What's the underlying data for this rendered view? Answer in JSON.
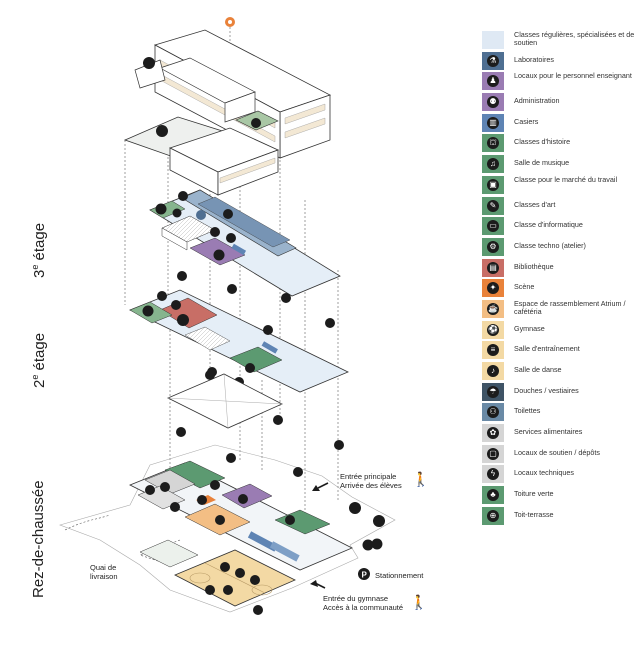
{
  "floors": {
    "third": {
      "ordinal": "3",
      "suffix": "e",
      "word": "étage"
    },
    "second": {
      "ordinal": "2",
      "suffix": "e",
      "word": "étage"
    },
    "ground": {
      "label": "Rez-de-chaussée"
    }
  },
  "callouts": {
    "main_entrance_1": "Entrée principale",
    "main_entrance_2": "Arrivée des élèves",
    "delivery_1": "Quai de",
    "delivery_2": "livraison",
    "parking": "Stationnement",
    "gym_entrance_1": "Entrée du gymnase",
    "gym_entrance_2": "Accès à la communauté"
  },
  "legend": [
    {
      "label": "Classes régulières, spécialisées et de soutien",
      "color": "#dfe9f4",
      "icon": "none"
    },
    {
      "label": "Laboratoires",
      "color": "#4f6f92",
      "icon": "flask-icon"
    },
    {
      "label": "Locaux pour le personnel enseignant",
      "color": "#9a7cb3",
      "icon": "teacher-icon"
    },
    {
      "label": "Administration",
      "color": "#9a7cb3",
      "icon": "people-icon"
    },
    {
      "label": "Casiers",
      "color": "#5e84b4",
      "icon": "lockers-icon"
    },
    {
      "label": "Classes d'histoire",
      "color": "#5c9a71",
      "icon": "history-icon"
    },
    {
      "label": "Salle de musique",
      "color": "#5c9a71",
      "icon": "music-icon"
    },
    {
      "label": "Classe pour le marché du travail",
      "color": "#5c9a71",
      "icon": "briefcase-icon"
    },
    {
      "label": "Classes d'art",
      "color": "#5c9a71",
      "icon": "palette-icon"
    },
    {
      "label": "Classe d'informatique",
      "color": "#5c9a71",
      "icon": "computer-icon"
    },
    {
      "label": "Classe techno (atelier)",
      "color": "#5c9a71",
      "icon": "gear-icon"
    },
    {
      "label": "Bibliothèque",
      "color": "#c86e66",
      "icon": "library-icon"
    },
    {
      "label": "Scène",
      "color": "#e9823a",
      "icon": "stage-icon"
    },
    {
      "label": "Espace de rassemblement Atrium / cafétéria",
      "color": "#f3be84",
      "icon": "cafeteria-icon"
    },
    {
      "label": "Gymnase",
      "color": "#f3d9a4",
      "icon": "gym-icon"
    },
    {
      "label": "Salle d'entraînement",
      "color": "#f3d9a4",
      "icon": "dumbbell-icon"
    },
    {
      "label": "Salle de danse",
      "color": "#f3d9a4",
      "icon": "dance-icon"
    },
    {
      "label": "Douches / vestiaires",
      "color": "#3f5466",
      "icon": "shower-icon"
    },
    {
      "label": "Toilettes",
      "color": "#6a8aa6",
      "icon": "toilet-icon"
    },
    {
      "label": "Services alimentaires",
      "color": "#d5d5d5",
      "icon": "food-icon"
    },
    {
      "label": "Locaux de soutien / dépôts",
      "color": "#d5d5d5",
      "icon": "storage-icon"
    },
    {
      "label": "Locaux techniques",
      "color": "#d5d5d5",
      "icon": "lightning-icon"
    },
    {
      "label": "Toiture verte",
      "color": "#5c9a71",
      "icon": "green-roof-icon"
    },
    {
      "label": "Toit-terrasse",
      "color": "#5c9a71",
      "icon": "terrace-icon"
    }
  ]
}
